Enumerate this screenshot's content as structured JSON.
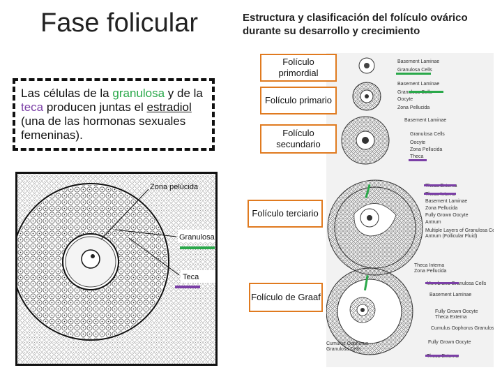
{
  "slide": {
    "title": "Fase folicular",
    "subtitle": "Estructura y clasificación del folículo ovárico durante su desarrollo y crecimiento"
  },
  "textbox": {
    "part1": "Las células de la ",
    "granulosa": "granulosa",
    "part2": " y de la ",
    "teca": "teca",
    "part3": "  producen juntas el ",
    "estradiol": "estradiol",
    "part4": " (una de las hormonas sexuales femeninas)."
  },
  "left_diagram": {
    "label_zona": "Zona pelúcida",
    "label_granulosa": "Granulosa",
    "label_teca": "Teca"
  },
  "stages": [
    {
      "label": "Folículo primordial"
    },
    {
      "label": "Folículo primario"
    },
    {
      "label": "Folículo secundario"
    },
    {
      "label": "Folículo terciario"
    },
    {
      "label": "Folículo de Graaf"
    }
  ],
  "right_diagram": {
    "labels": [
      "Basement Laminae",
      "Granulosa Cells",
      "Basement Laminae",
      "Granulosa Cells",
      "Oocyte",
      "Zona Pellucida",
      "Basement Laminae",
      "Granulosa Cells",
      "Oocyte",
      "Zona Pellucida",
      "Theca",
      "Theca Externa",
      "Theca Interna",
      "Basement Laminae",
      "Zona Pellucida",
      "Fully Grown Oocyte",
      "Antrum",
      "Multiple Layers of Granulosa Cells",
      "Antrum (Follicular Fluid)",
      "Theca Interna",
      "Zona Pellucida",
      "Membrana Granulosa Cells",
      "Basement Laminae",
      "Fully Grown Oocyte",
      "Theca Externa",
      "Cumulus Oophorus Granulosa Cells"
    ]
  },
  "colors": {
    "granulosa": "#2aa84a",
    "teca": "#7b3fa6",
    "label_border": "#e07a1f"
  }
}
